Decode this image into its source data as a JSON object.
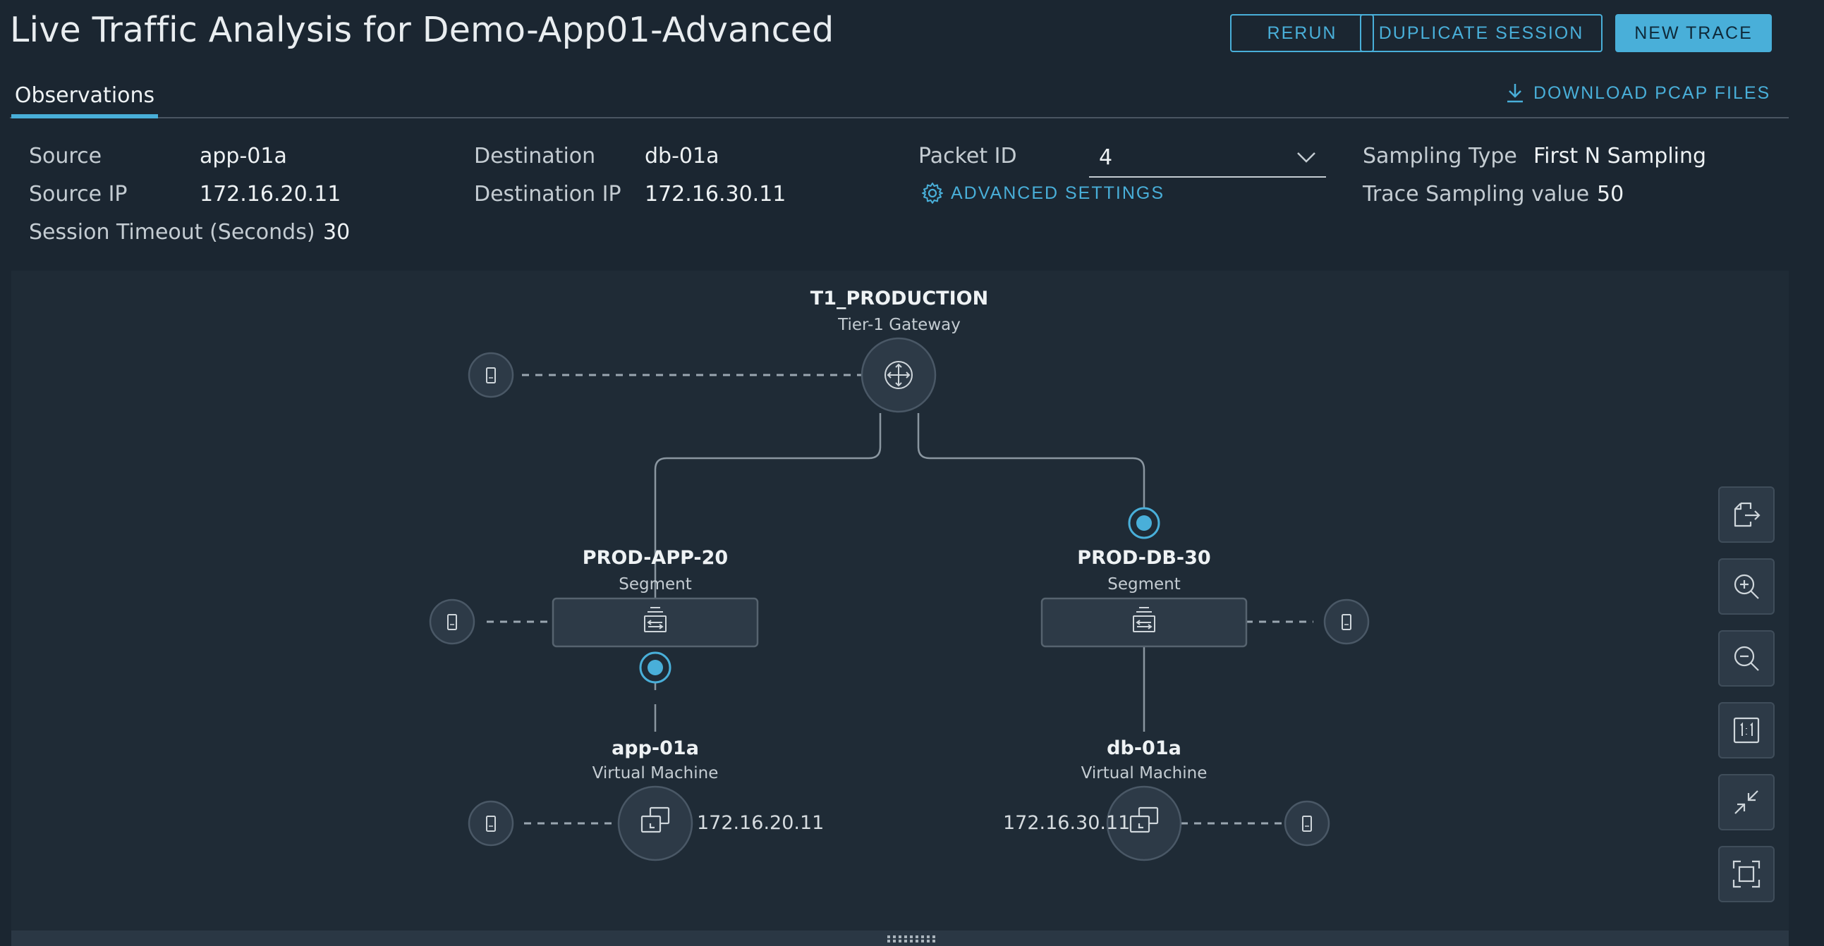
{
  "header": {
    "title": "Live Traffic Analysis for Demo-App01-Advanced",
    "buttons": {
      "rerun": "RERUN",
      "duplicate": "DUPLICATE SESSION",
      "new_trace": "NEW TRACE"
    }
  },
  "tabs": [
    {
      "label": "Observations",
      "active": true
    }
  ],
  "download_label": "DOWNLOAD PCAP FILES",
  "details": {
    "source_label": "Source",
    "source_value": "app-01a",
    "source_ip_label": "Source IP",
    "source_ip_value": "172.16.20.11",
    "session_timeout_label": "Session Timeout (Seconds)",
    "session_timeout_value": "30",
    "destination_label": "Destination",
    "destination_value": "db-01a",
    "destination_ip_label": "Destination IP",
    "destination_ip_value": "172.16.30.11",
    "packet_id_label": "Packet ID",
    "packet_id_value": "4",
    "advanced_settings_label": "ADVANCED SETTINGS",
    "sampling_type_label": "Sampling Type",
    "sampling_type_value": "First N Sampling",
    "trace_sampling_label": "Trace Sampling value",
    "trace_sampling_value": "50"
  },
  "topology": {
    "gateway": {
      "name": "T1_PRODUCTION",
      "type": "Tier-1 Gateway"
    },
    "segment_app": {
      "name": "PROD-APP-20",
      "type": "Segment"
    },
    "segment_db": {
      "name": "PROD-DB-30",
      "type": "Segment"
    },
    "vm_app": {
      "name": "app-01a",
      "type": "Virtual Machine",
      "ip": "172.16.20.11"
    },
    "vm_db": {
      "name": "db-01a",
      "type": "Virtual Machine",
      "ip": "172.16.30.11"
    }
  },
  "toolbar_icons": [
    "export-icon",
    "zoom-in-icon",
    "zoom-out-icon",
    "actual-size-icon",
    "collapse-icon",
    "fit-to-screen-icon"
  ],
  "colors": {
    "accent": "#49afd9",
    "background": "#1b2631",
    "canvas": "#1f2b36",
    "node": "#2d3a47"
  }
}
